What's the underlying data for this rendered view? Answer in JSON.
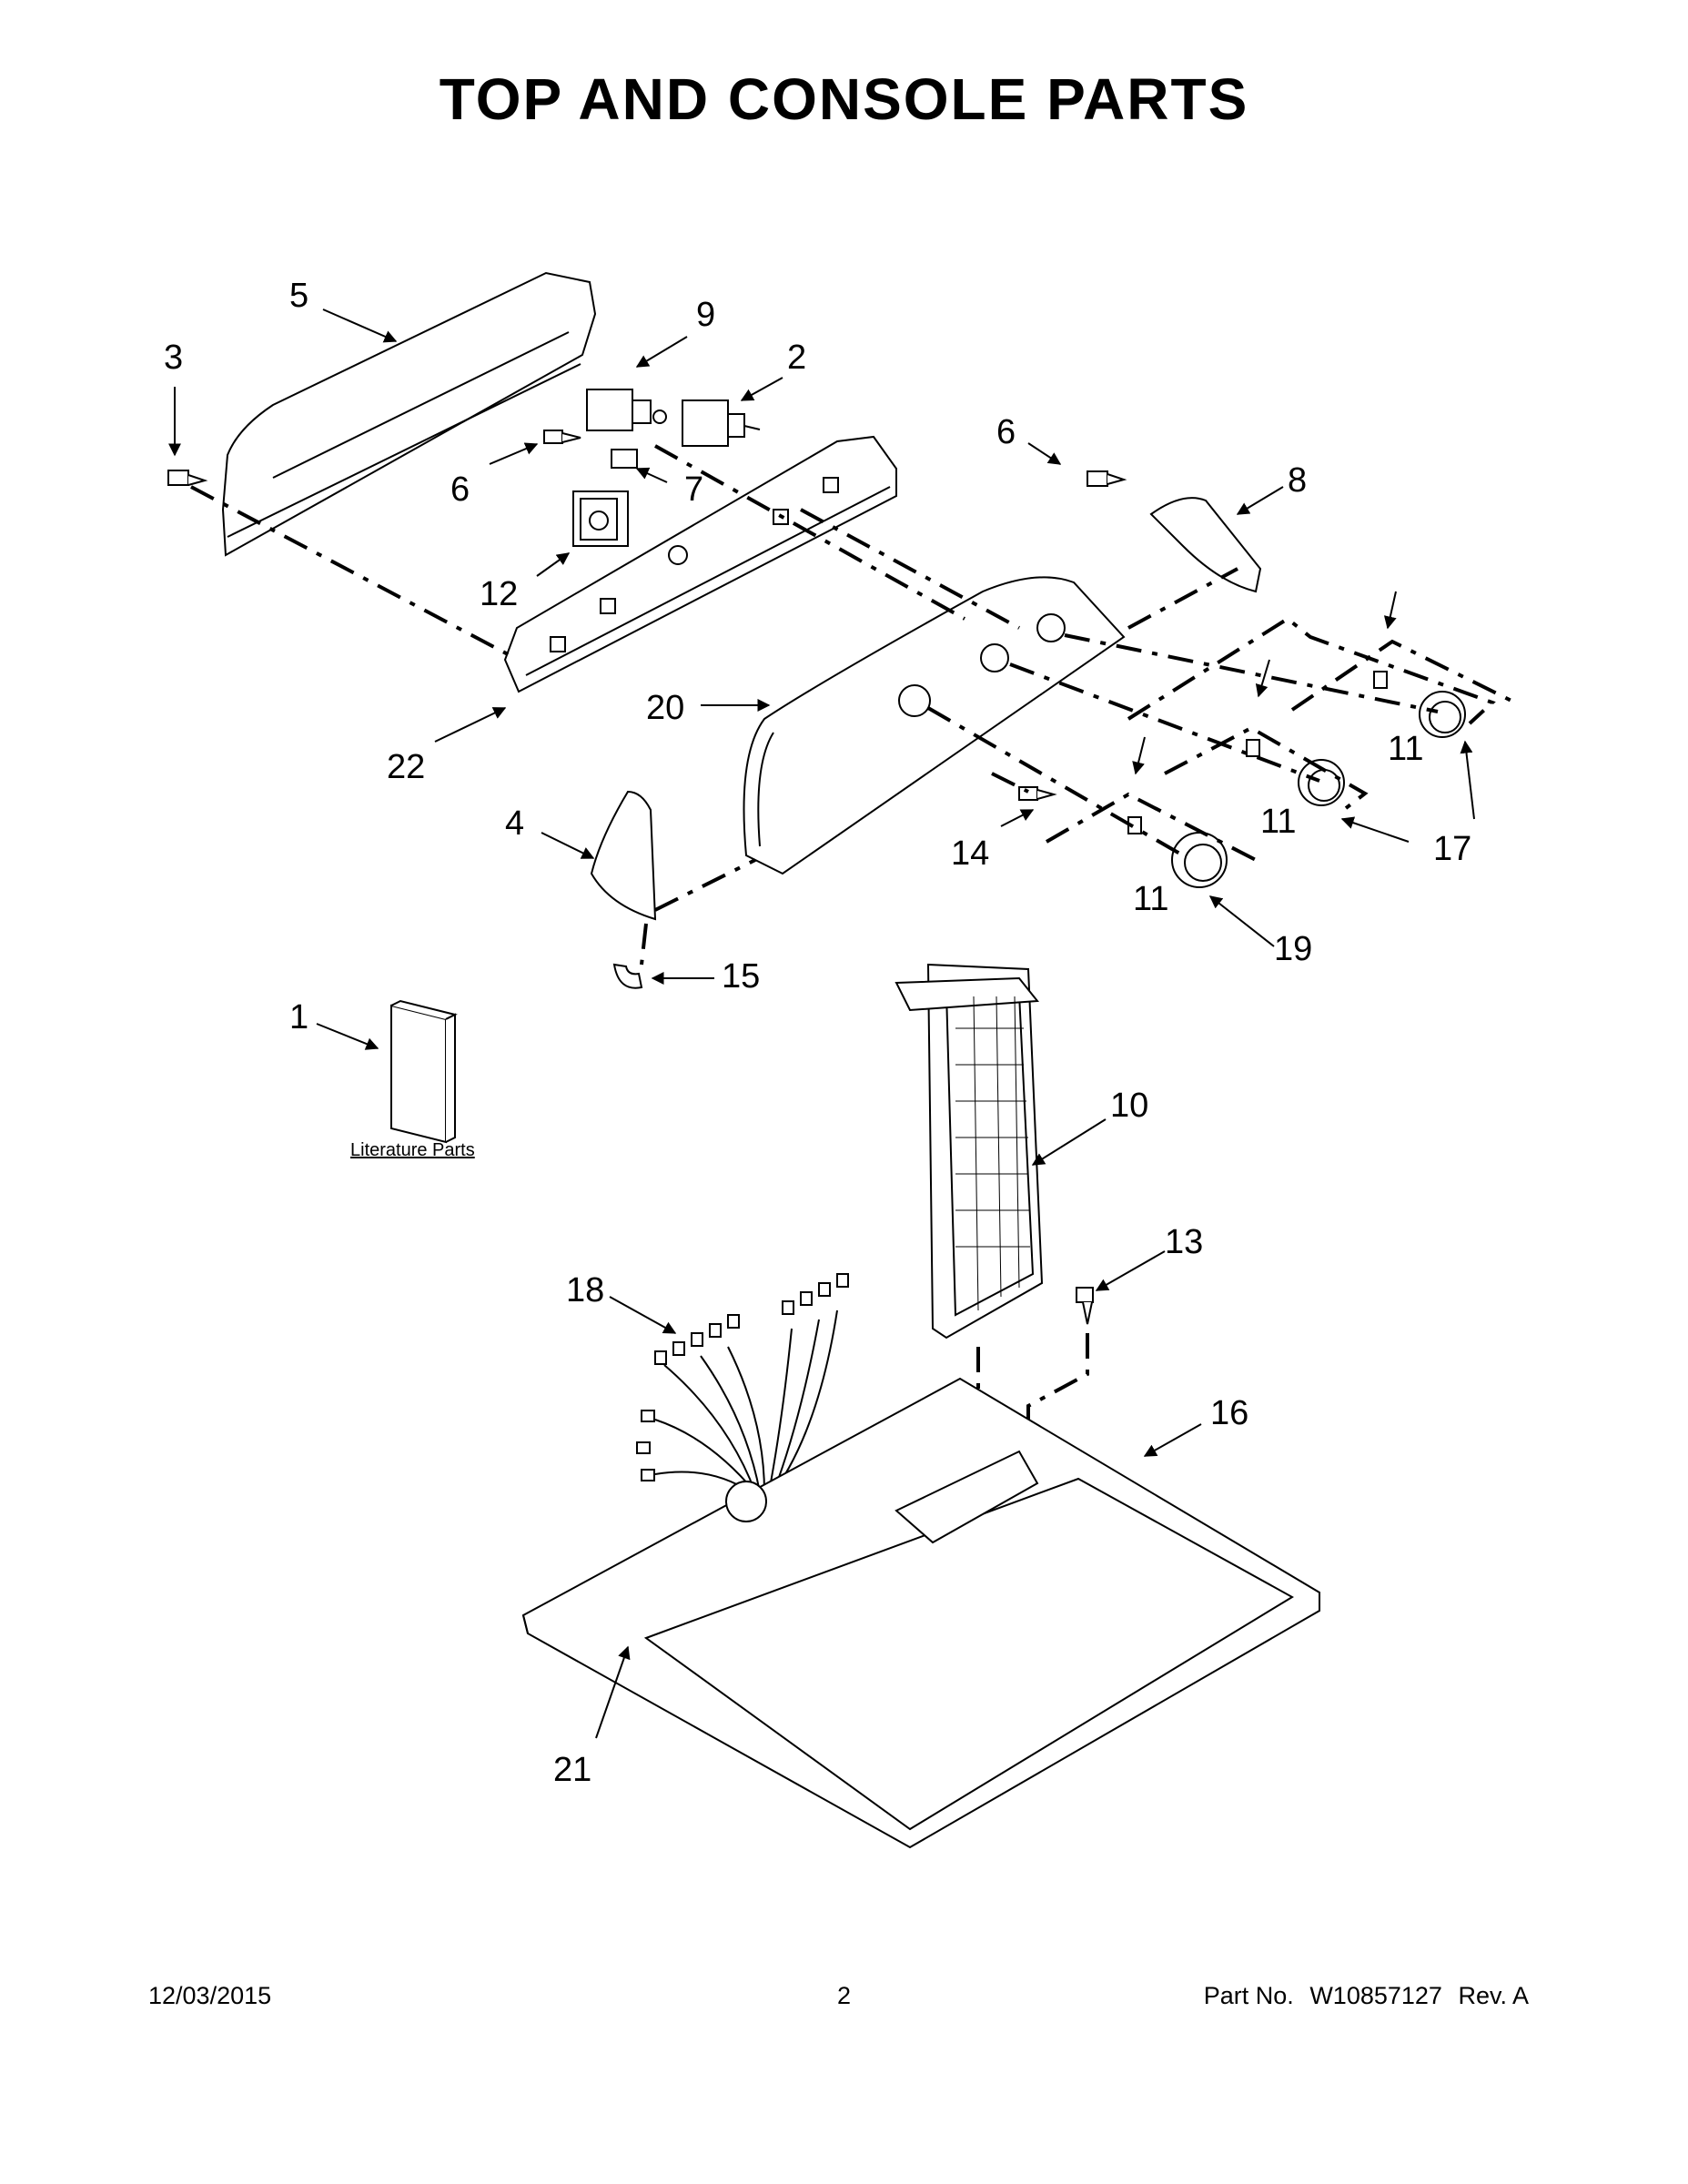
{
  "page": {
    "title": "TOP AND CONSOLE PARTS"
  },
  "callouts": {
    "c1": "1",
    "c2": "2",
    "c3": "3",
    "c4": "4",
    "c5": "5",
    "c6a": "6",
    "c6b": "6",
    "c7": "7",
    "c8": "8",
    "c9": "9",
    "c10": "10",
    "c11a": "11",
    "c11b": "11",
    "c11c": "11",
    "c12": "12",
    "c13": "13",
    "c14": "14",
    "c15": "15",
    "c16": "16",
    "c17": "17",
    "c18": "18",
    "c19": "19",
    "c20": "20",
    "c21": "21",
    "c22": "22"
  },
  "literature_label": "Literature Parts",
  "footer": {
    "date": "12/03/2015",
    "page_number": "2",
    "part_label": "Part No.",
    "part_number": "W10857127",
    "revision": "Rev. A"
  }
}
